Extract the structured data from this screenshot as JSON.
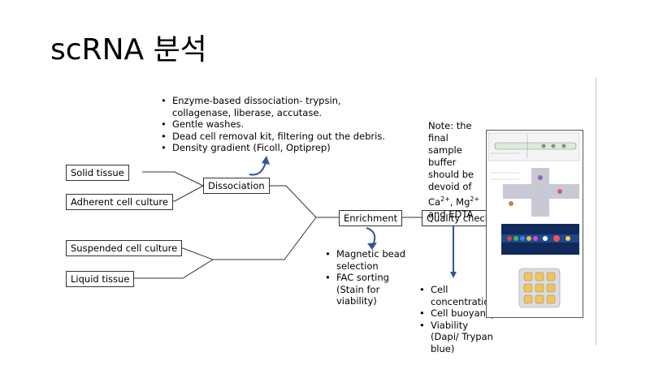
{
  "slide": {
    "title": "scRNA 분석"
  },
  "diagram": {
    "boxes": {
      "solid_tissue": "Solid tissue",
      "adherent_culture": "Adherent cell culture",
      "suspended_culture": "Suspended cell culture",
      "liquid_tissue": "Liquid tissue",
      "dissociation": "Dissociation",
      "enrichment": "Enrichment",
      "quality_check": "Quality check"
    },
    "dissociation_notes": [
      "Enzyme-based dissociation- trypsin,",
      "collagenase, liberase, accutase.",
      "Gentle washes.",
      "Dead cell removal kit, filtering out the debris.",
      "Density gradient (Ficoll, Optiprep)"
    ],
    "enrichment_notes": [
      "Magnetic bead selection",
      "FAC sorting (Stain for viability)"
    ],
    "qc_notes": [
      "Cell concentration",
      "Cell buoyancy",
      "Viability (Dapi/ Trypan blue)"
    ],
    "note": {
      "line1": "Note: the final sample buffer should be devoid of ",
      "ca": "Ca",
      "ca_sup": "2+",
      "sep": ", Mg",
      "mg_sup": "2+",
      "end": " and EDTA"
    }
  },
  "colors": {
    "arrow_blue": "#2f5597",
    "line_gray": "#333333",
    "panel_dark": "#102a5c"
  },
  "icons": [
    "curved-arrow-icon",
    "down-arrow-icon",
    "microfluidics-figure"
  ]
}
